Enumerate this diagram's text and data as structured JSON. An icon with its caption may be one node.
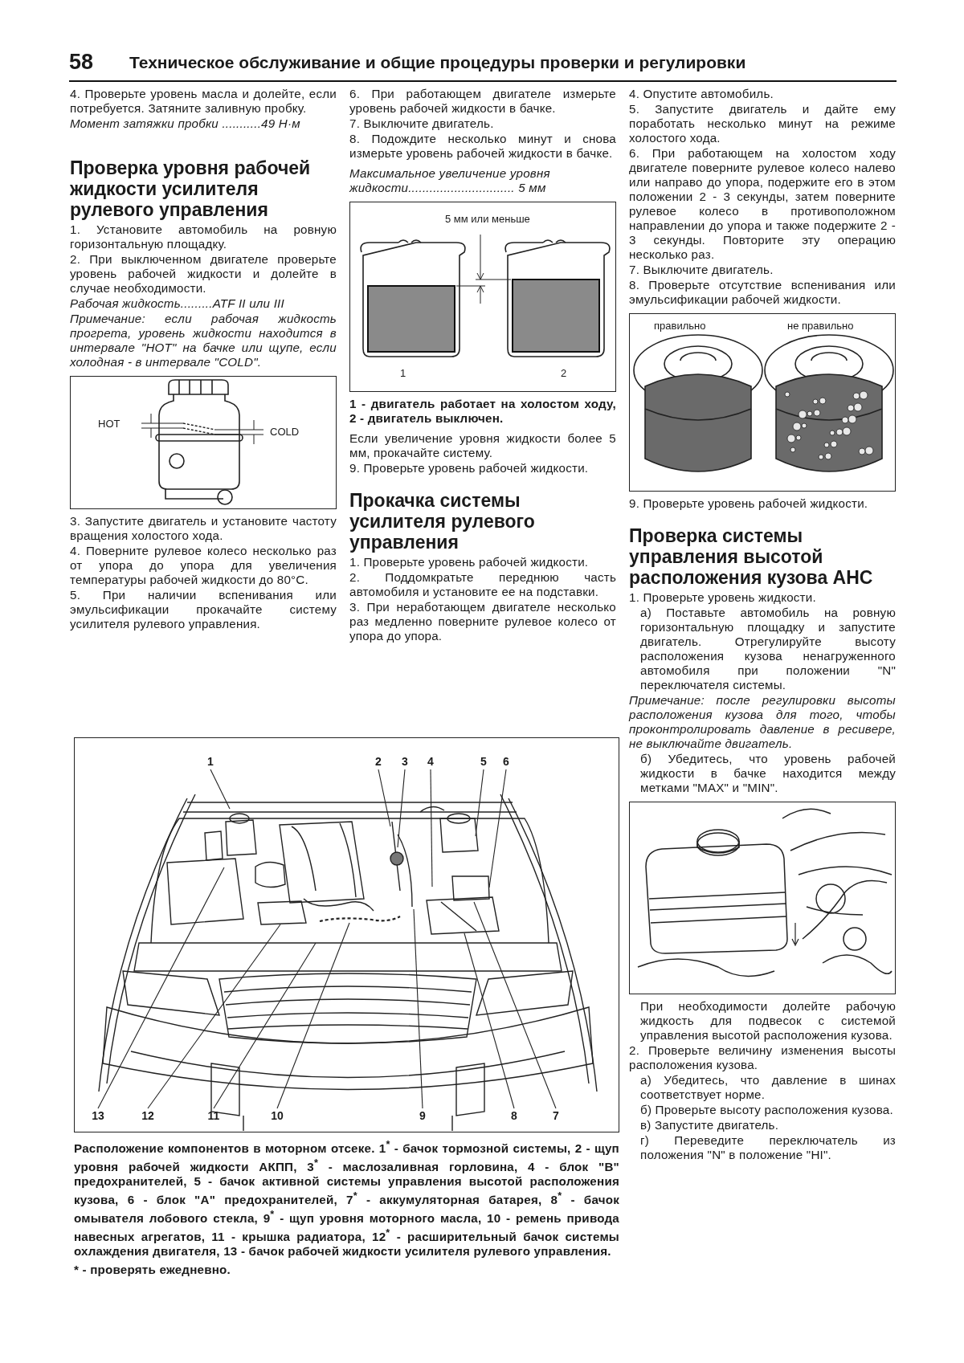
{
  "diagram": {
    "title": "Техническое обслуживание и общие процедуры проверки и регулировки",
    "nodes": [
      {
        "text": [
          "1"
        ]
      },
      {
        "text": [
          "2"
        ]
      },
      {
        "text": [
          "3"
        ]
      },
      {
        "text": [
          "4"
        ]
      },
      {
        "text": [
          "5"
        ]
      },
      {
        "text": [
          "6"
        ]
      },
      {
        "text": [
          "13"
        ]
      },
      {
        "text": [
          "12"
        ]
      },
      {
        "text": [
          "11"
        ]
      },
      {
        "text": [
          "10"
        ]
      },
      {
        "text": [
          "9"
        ]
      },
      {
        "text": [
          "8"
        ]
      },
      {
        "text": [
          "7"
        ]
      }
    ],
    "edges": [
      {
        "from": 0,
        "to": null,
        "arrow": "none"
      },
      {
        "from": 1,
        "to": null,
        "arrow": "none"
      },
      {
        "from": 2,
        "to": null,
        "arrow": "none"
      },
      {
        "from": 3,
        "to": null,
        "arrow": "none"
      },
      {
        "from": 4,
        "to": null,
        "arrow": "none"
      },
      {
        "from": 5,
        "to": null,
        "arrow": "none"
      },
      {
        "from": 6,
        "to": null,
        "arrow": "none"
      },
      {
        "from": 7,
        "to": null,
        "arrow": "none"
      },
      {
        "from": 8,
        "to": null,
        "arrow": "none"
      },
      {
        "from": 9,
        "to": null,
        "arrow": "none"
      },
      {
        "from": 10,
        "to": null,
        "arrow": "none"
      },
      {
        "from": 11,
        "to": null,
        "arrow": "none"
      },
      {
        "from": 12,
        "to": null,
        "arrow": "none"
      }
    ],
    "labels": [
      "58",
      "4. Проверьте уровень масла и долейте, если потребуется. Затяните заливную пробку.",
      "Момент затяжки пробки ...........49 Н·м",
      "Проверка уровня рабочей жидкости усилителя рулевого управления",
      "1. Установите автомобиль на ровную горизонтальную площадку.",
      "2. При выключенном двигателе проверьте уровень рабочей жидкости и долейте в случае необходимости.",
      "Рабочая жидкость.........ATF II или III",
      "Примечание: если рабочая жидкость прогрета, уровень жидкости находится в интервале \"HOT\" на бачке или щупе, если холодная - в интервале \"COLD\".",
      "HOT",
      "COLD",
      "3. Запустите двигатель и установите частоту вращения холостого хода.",
      "4. Поверните рулевое колесо несколько раз от упора до упора для увеличения температуры рабочей жидкости до 80°C.",
      "5. При наличии вспенивания или эмульсификации прокачайте систему усилителя рулевого управления.",
      "6. При работающем двигателе измерьте уровень рабочей жидкости в бачке.",
      "7. Выключите двигатель.",
      "8. Подождите несколько минут и снова измерьте уровень рабочей жидкости в бачке.",
      "Максимальное увеличение уровня жидкости.............................. 5 мм",
      "5 мм или меньше",
      "1",
      "2",
      "1 - двигатель работает на холостом ходу, 2 - двигатель выключен.",
      "Если увеличение уровня жидкости более 5 мм, прокачайте систему.",
      "9. Проверьте уровень рабочей жидкости.",
      "Прокачка системы усилителя рулевого управления",
      "1. Проверьте уровень рабочей жидкости.",
      "2. Поддомкратьте переднюю часть автомобиля и установите ее на подставки.",
      "3. При неработающем двигателе несколько раз медленно поверните рулевое колесо от упора до упора.",
      "4. Опустите автомобиль.",
      "5. Запустите двигатель и дайте ему поработать несколько минут на режиме холостого хода.",
      "6. При работающем на холостом ходу двигателе поверните рулевое колесо налево или направо до упора, подержите его в этом положении 2 - 3 секунды, затем поверните рулевое колесо в противоположном направлении до упора и также подержите 2 - 3 секунды. Повторите эту операцию несколько раз.",
      "7. Выключите двигатель.",
      "8. Проверьте отсутствие вспенивания или эмульсификации рабочей жидкости.",
      "правильно",
      "не правильно",
      "9. Проверьте уровень рабочей жидкости.",
      "Проверка системы управления высотой расположения кузова АНС",
      "1. Проверьте уровень жидкости.",
      "а) Поставьте автомобиль на ровную горизонтальную площадку и запустите двигатель. Отрегулируйте высоту расположения кузова ненагруженного автомобиля при положении \"N\" переключателя системы.",
      "Примечание: после регулировки высоты расположения кузова для того, чтобы проконтролировать давление в ресивере, не выключайте двигатель.",
      "б) Убедитесь, что уровень рабочей жидкости в бачке находится между метками \"MAX\" и \"MIN\".",
      "При необходимости долейте рабочую жидкость для подвесок с системой управления высотой расположения кузова.",
      "2. Проверьте величину изменения высоты расположения кузова.",
      "а) Убедитесь, что давление в шинах соответствует норме.",
      "б) Проверьте высоту расположения кузова.",
      "в) Запустите двигатель.",
      "г) Переведите переключатель из положения \"N\" в положение \"HI\".",
      "Расположение компонентов в моторном отсеке. 1$^{*}$ - бачок тормозной системы, 2 - щуп уровня рабочей жидкости АКПП, 3$^{*}$ - маслозаливная горловина, 4 - блок \"B\" предохранителей, 5 - бачок активной системы управления высотой расположения кузова, 6 - блок \"A\" предохранителей, 7$^{*}$ - аккумуляторная батарея, 8$^{*}$ - бачок омывателя лобового стекла, 9$^{*}$ - щуп уровня моторного масла, 10 - ремень привода навесных агрегатов, 11 - крышка радиатора, 12$^{*}$ - расширительный бачок системы охлаждения двигателя, 13 - бачок рабочей жидкости усилителя рулевого управления.",
      "* - проверять ежедневно."
    ]
  }
}
